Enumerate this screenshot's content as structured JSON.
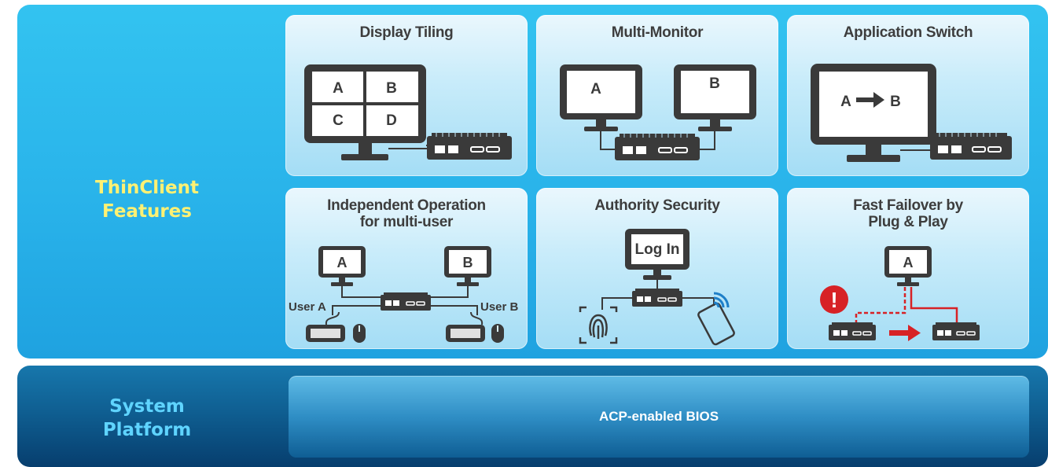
{
  "features_label": [
    "ThinClient",
    "Features"
  ],
  "platform_label": [
    "System",
    "Platform"
  ],
  "cards": {
    "display_tiling": {
      "title": "Display Tiling",
      "tiles": [
        "A",
        "B",
        "C",
        "D"
      ]
    },
    "multi_monitor": {
      "title": "Multi-Monitor",
      "screens": [
        "A",
        "B"
      ]
    },
    "application_switch": {
      "title": "Application Switch",
      "from": "A",
      "to": "B"
    },
    "independent_operation": {
      "title": [
        "Independent Operation",
        "for multi-user"
      ],
      "screens": [
        "A",
        "B"
      ],
      "users": [
        "User A",
        "User B"
      ]
    },
    "authority_security": {
      "title": "Authority Security",
      "screen_text": "Log In"
    },
    "fast_failover": {
      "title": [
        "Fast Failover by",
        "Plug & Play"
      ],
      "screen": "A",
      "alert": "!"
    }
  },
  "bios": {
    "label": "ACP-enabled BIOS"
  },
  "colors": {
    "features_label": "#fff173",
    "platform_label": "#5fd4ff",
    "device": "#3a3a3a",
    "alert": "#d72226"
  }
}
